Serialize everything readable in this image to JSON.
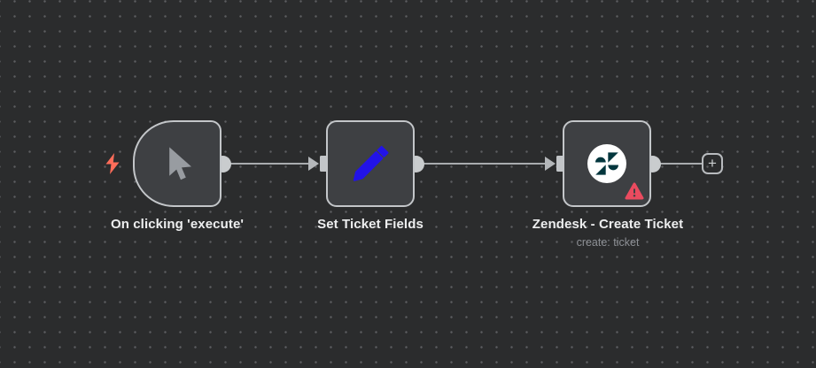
{
  "workflow": {
    "nodes": [
      {
        "id": "manual-trigger",
        "label": "On clicking 'execute'",
        "icon": "cursor-icon"
      },
      {
        "id": "set-ticket-fields",
        "label": "Set Ticket Fields",
        "icon": "pencil-icon"
      },
      {
        "id": "zendesk-create-ticket",
        "label": "Zendesk - Create Ticket",
        "subtitle": "create: ticket",
        "icon": "zendesk-icon",
        "has_warning": true
      }
    ],
    "add_button_label": "+"
  },
  "icons": {
    "trigger_bolt": "lightning-bolt-icon",
    "warning": "warning-triangle-icon"
  },
  "colors": {
    "canvas_background": "#2b2c2d",
    "canvas_dots": "#5c5d60",
    "node_fill": "#3e4043",
    "node_border": "#c3c6c9",
    "wire": "#a9acaf",
    "label_text": "#edeeef",
    "sublabel_text": "#8d9095",
    "trigger_bolt": "#ff6d5a",
    "warning_red": "#ea4b5f",
    "pencil_blue": "#2213e8",
    "zendesk_teal": "#03363d",
    "cursor_gray": "#989ca1"
  }
}
